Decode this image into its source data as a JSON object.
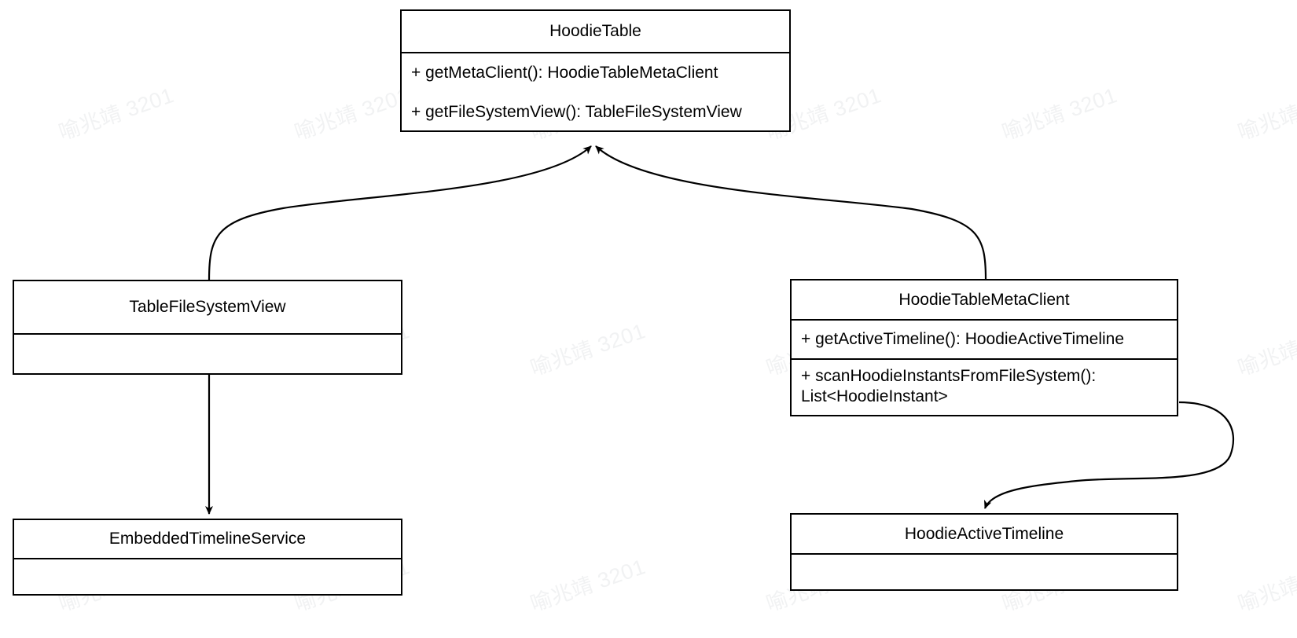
{
  "diagram": {
    "type": "uml-class-diagram",
    "background_color": "#ffffff",
    "line_color": "#000000",
    "text_color": "#000000",
    "watermark": {
      "text": "喻兆靖 3201",
      "color": "#f1f2f3",
      "rotation_deg": -19
    },
    "classes": [
      {
        "id": "hoodie-table",
        "name": "HoodieTable",
        "methods": [
          "+ getMetaClient(): HoodieTableMetaClient",
          "+ getFileSystemView(): TableFileSystemView"
        ]
      },
      {
        "id": "table-file-system-view",
        "name": "TableFileSystemView",
        "methods": []
      },
      {
        "id": "hoodie-table-meta-client",
        "name": "HoodieTableMetaClient",
        "methods": [
          "+ getActiveTimeline(): HoodieActiveTimeline",
          "+ scanHoodieInstantsFromFileSystem():\nList<HoodieInstant>"
        ]
      },
      {
        "id": "embedded-timeline-service",
        "name": "EmbeddedTimelineService",
        "methods": []
      },
      {
        "id": "hoodie-active-timeline",
        "name": "HoodieActiveTimeline",
        "methods": []
      }
    ],
    "edges": [
      {
        "id": "edge-tablefilesystemview-to-hoodietable",
        "from": "TableFileSystemView",
        "to": "HoodieTable",
        "style": "curved",
        "arrow": "open-arrow-at-target"
      },
      {
        "id": "edge-metaclient-to-hoodietable",
        "from": "HoodieTableMetaClient",
        "to": "HoodieTable",
        "style": "curved",
        "arrow": "open-arrow-at-target"
      },
      {
        "id": "edge-tablefilesystemview-to-embedded",
        "from": "TableFileSystemView",
        "to": "EmbeddedTimelineService",
        "style": "straight",
        "arrow": "open-arrow-at-target"
      },
      {
        "id": "edge-metaclient-to-activetimeline",
        "from": "HoodieTableMetaClient",
        "to": "HoodieActiveTimeline",
        "style": "curved",
        "arrow": "open-arrow-at-target"
      }
    ]
  }
}
